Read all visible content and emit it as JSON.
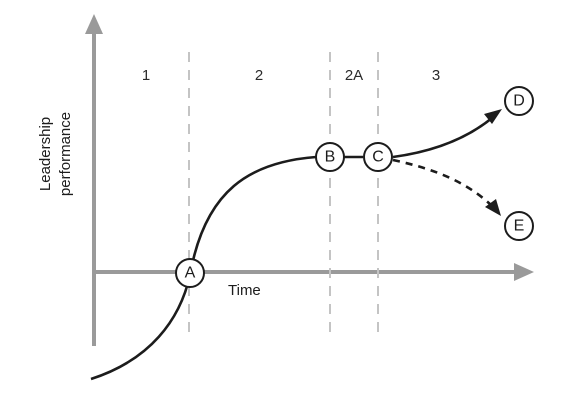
{
  "diagram": {
    "y_axis_label_line1": "Leadership",
    "y_axis_label_line2": "performance",
    "x_axis_label": "Time",
    "phases": {
      "p1": "1",
      "p2": "2",
      "p2a": "2A",
      "p3": "3"
    },
    "points": {
      "a": "A",
      "b": "B",
      "c": "C",
      "d": "D",
      "e": "E"
    },
    "colors": {
      "axis": "#9a9a9a",
      "divider": "#c4c4c4",
      "curve": "#1c1c1c",
      "background": "#ffffff"
    }
  }
}
